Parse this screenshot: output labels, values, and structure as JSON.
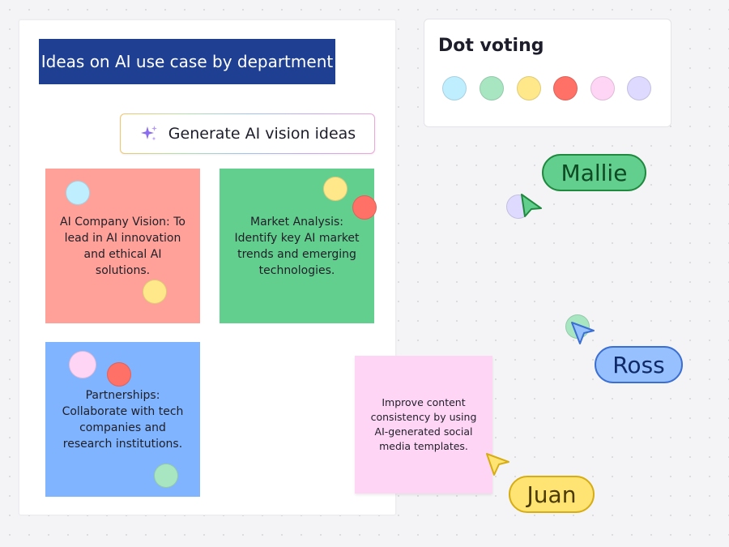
{
  "frame": {
    "title": "Ideas on AI use case by department",
    "generate_button_label": "Generate AI vision ideas",
    "generate_icon": "sparkle-icon"
  },
  "stickies": [
    {
      "text": "AI Company Vision: To lead in AI innovation and ethical AI solutions.",
      "color": "#ffa199"
    },
    {
      "text": "Market Analysis: Identify key AI market trends and emerging technologies.",
      "color": "#63cf8e"
    },
    {
      "text": "Partnerships: Collaborate with tech companies and research institutions.",
      "color": "#80b4ff"
    },
    {
      "text": "Improve content consistency by using AI-generated social media templates.",
      "color": "#ffd5f6"
    }
  ],
  "dot_voting": {
    "title": "Dot voting",
    "colors": [
      "#bfeeff",
      "#a8e6c2",
      "#ffe88a",
      "#ff7066",
      "#ffd5f6",
      "#dedaff"
    ]
  },
  "collaborators": [
    {
      "name": "Mallie",
      "color": "#63cf8e",
      "border": "#1f8a3f",
      "text_color": "#0e4a22"
    },
    {
      "name": "Ross",
      "color": "#97c0ff",
      "border": "#3b6fd1",
      "text_color": "#0f2a66"
    },
    {
      "name": "Juan",
      "color": "#ffe373",
      "border": "#d7ad14",
      "text_color": "#4a3a00"
    }
  ]
}
